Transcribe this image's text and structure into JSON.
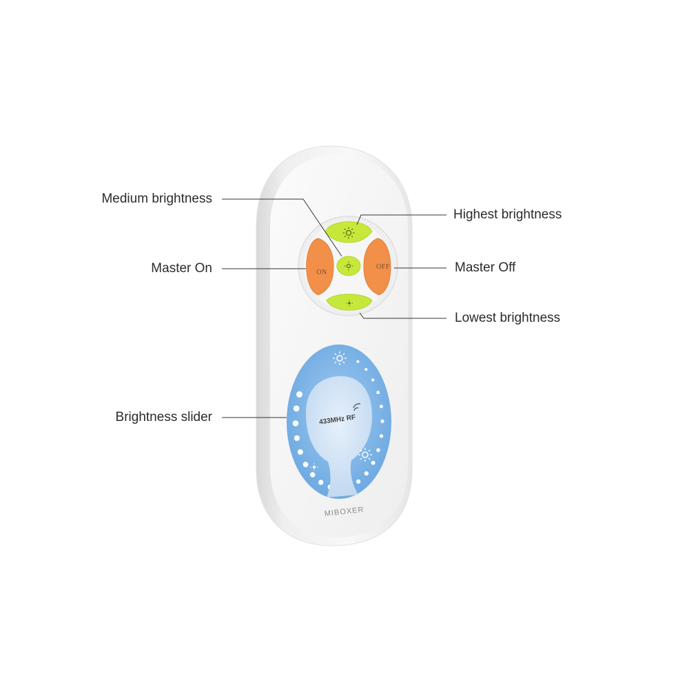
{
  "callouts": {
    "medium_brightness": "Medium brightness",
    "master_on": "Master On",
    "brightness_slider": "Brightness slider",
    "highest_brightness": "Highest brightness",
    "master_off": "Master Off",
    "lowest_brightness": "Lowest brightness"
  },
  "remote": {
    "on_label": "ON",
    "off_label": "OFF",
    "rf_label": "433MHz RF",
    "brand_label": "MIBOXER",
    "icons": [
      "sun-icon",
      "wifi-signal-icon"
    ]
  },
  "colors": {
    "body": "#f4f4f4",
    "green_button": "#c6e83a",
    "orange_button": "#f2904a",
    "slider_blue": "#7db4e6",
    "slider_center": "#cfe2f6",
    "leader_line": "#333333",
    "text": "#2b2b2b"
  }
}
